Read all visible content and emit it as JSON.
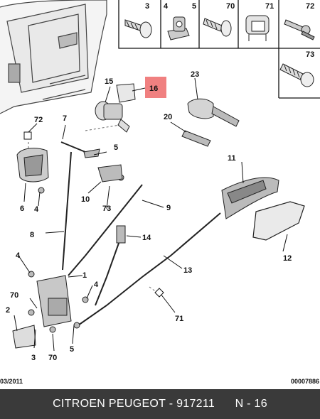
{
  "table": {
    "headers": [
      "3",
      "4",
      "5",
      "70",
      "71",
      "72",
      "73"
    ]
  },
  "callouts": {
    "p1": "1",
    "p2": "2",
    "p3": "3",
    "p4a": "4",
    "p4b": "4",
    "p4c": "4",
    "p5a": "5",
    "p5b": "5",
    "p6": "6",
    "p7": "7",
    "p8": "8",
    "p9": "9",
    "p10": "10",
    "p11": "11",
    "p12": "12",
    "p13": "13",
    "p14": "14",
    "p15": "15",
    "p16": "16",
    "p20": "20",
    "p23": "23",
    "p70a": "70",
    "p70b": "70",
    "p71": "71",
    "p72": "72",
    "p73": "73"
  },
  "highlight": {
    "part": "16",
    "color": "#f08080"
  },
  "footer": {
    "date": "03/2011",
    "ref": "00007886",
    "title": "CITROEN PEUGEOT - 917211",
    "page": "N - 16"
  }
}
